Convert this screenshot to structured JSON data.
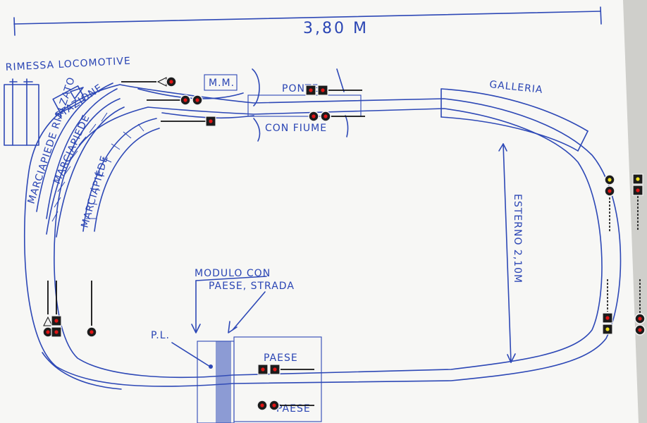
{
  "labels": {
    "length": "3,80 M",
    "width": "ESTERNO 2,10M",
    "depot": "RIMESSA LOCOMOTIVE",
    "station": "STAZIONE",
    "platform_long": "MARCIAPIEDE RIALZATO",
    "platform_1": "MARCIAPIEDE",
    "platform_2": "MARCIAPIEDE",
    "mm": "M.M.",
    "bridge": "PONTE",
    "river": "CON FIUME",
    "tunnel": "GALLERIA",
    "module_1": "MODULO CON",
    "module_2": "PAESE, STRADA",
    "crossing": "P.L.",
    "village": "PAESE",
    "village_2": "PAESE"
  },
  "colors": {
    "ink": "#2d48b6",
    "paper": "#f7f7f5",
    "signal_body": "#1c1c1c",
    "signal_red": "#e01414",
    "signal_yellow": "#f0e020"
  },
  "signals": [
    {
      "id": "top-left-triangle",
      "lamps": [
        "red"
      ],
      "shape": "disc+triangle"
    },
    {
      "id": "top-left-double",
      "lamps": [
        "red",
        "red"
      ],
      "shape": "disc"
    },
    {
      "id": "top-left-square",
      "lamps": [
        "red"
      ],
      "shape": "square"
    },
    {
      "id": "bridge-top",
      "lamps": [
        "red",
        "red"
      ],
      "shape": "square"
    },
    {
      "id": "bridge-bottom",
      "lamps": [
        "red",
        "red"
      ],
      "shape": "disc"
    },
    {
      "id": "right-top-disc",
      "lamps": [
        "yellow",
        "red"
      ],
      "shape": "disc"
    },
    {
      "id": "right-top-square",
      "lamps": [
        "yellow",
        "red"
      ],
      "shape": "square"
    },
    {
      "id": "right-bottom-square",
      "lamps": [
        "red",
        "yellow"
      ],
      "shape": "square"
    },
    {
      "id": "right-bottom-disc",
      "lamps": [
        "red",
        "red"
      ],
      "shape": "disc"
    },
    {
      "id": "left-bottom-pair",
      "lamps": [
        "red",
        "red"
      ],
      "shape": "mixed"
    },
    {
      "id": "left-bottom-single",
      "lamps": [
        "red"
      ],
      "shape": "disc"
    },
    {
      "id": "village-top",
      "lamps": [
        "red",
        "red"
      ],
      "shape": "square"
    },
    {
      "id": "village-bottom",
      "lamps": [
        "red",
        "red"
      ],
      "shape": "disc"
    }
  ]
}
